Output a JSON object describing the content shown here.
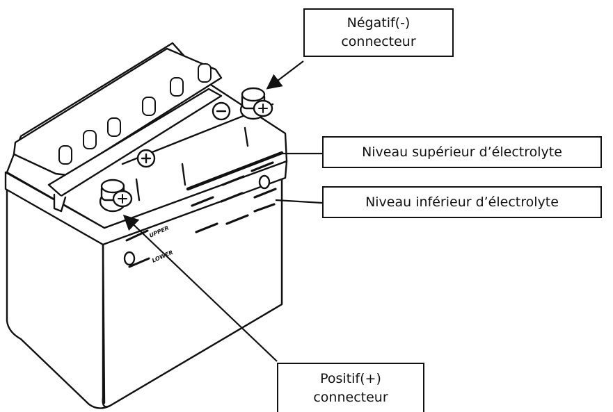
{
  "labels": {
    "negative": {
      "line1": "Négatif(-)",
      "line2": "connecteur"
    },
    "upper_level": "Niveau supérieur d’électrolyte",
    "lower_level": "Niveau inférieur d’électrolyte",
    "positive": {
      "line1": "Positif(+)",
      "line2": "connecteur"
    }
  },
  "case_markings": {
    "upper": "UPPER",
    "lower": "LOWER"
  },
  "colors": {
    "ink": "#111111",
    "background": "#ffffff"
  }
}
